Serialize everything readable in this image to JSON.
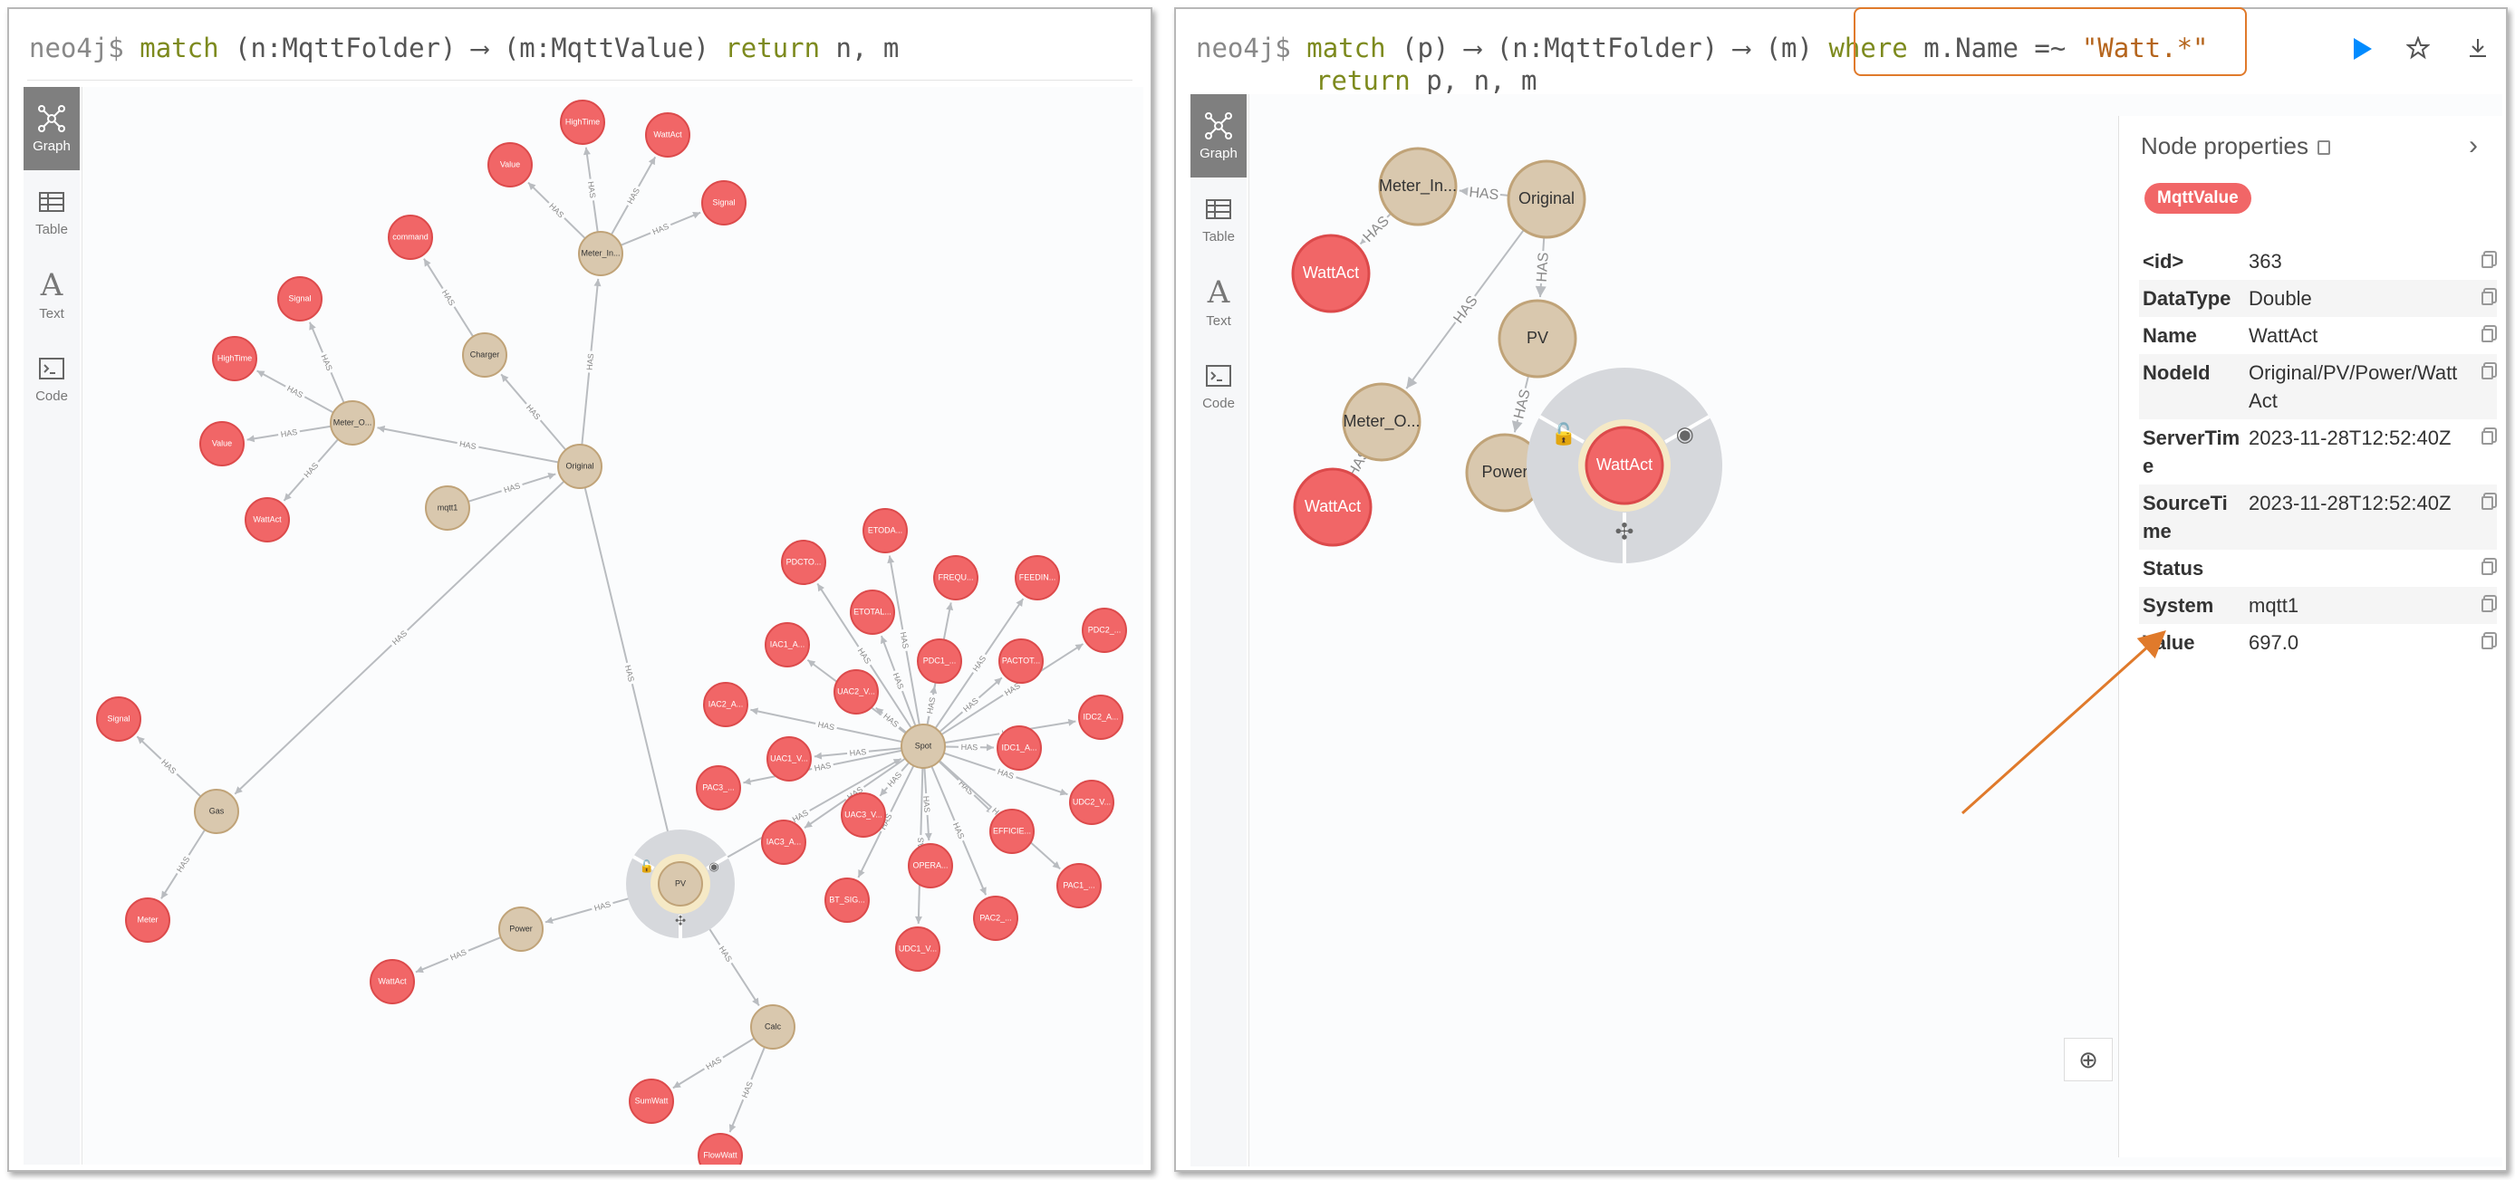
{
  "left": {
    "query": {
      "prompt": "neo4j$",
      "kw1": "match",
      "body": "(n:MqttFolder) ⟶ (m:MqttValue)",
      "kw2": "return",
      "tail": "n, m"
    },
    "views": [
      "Graph",
      "Table",
      "Text",
      "Code"
    ]
  },
  "right": {
    "query": {
      "prompt": "neo4j$",
      "kw1": "match",
      "body": "(p) ⟶ (n:MqttFolder) ⟶ (m)",
      "kw_where": "where",
      "where_body": "m.Name =~",
      "where_str": "\"Watt.*\"",
      "kw2": "return",
      "tail": "p, n, m"
    },
    "views": [
      "Graph",
      "Table",
      "Text",
      "Code"
    ],
    "properties": {
      "title": "Node properties",
      "label_badge": "MqttValue",
      "rows": [
        {
          "key": "<id>",
          "value": "363"
        },
        {
          "key": "DataType",
          "value": "Double"
        },
        {
          "key": "Name",
          "value": "WattAct"
        },
        {
          "key": "NodeId",
          "value": "Original/PV/Power/WattAct"
        },
        {
          "key": "ServerTime",
          "value": "2023-11-28T12:52:40Z"
        },
        {
          "key": "SourceTime",
          "value": "2023-11-28T12:52:40Z"
        },
        {
          "key": "Status",
          "value": ""
        },
        {
          "key": "System",
          "value": "mqtt1"
        },
        {
          "key": "Value",
          "value": "697.0"
        }
      ]
    }
  },
  "colors": {
    "folder": "#d9c8ae",
    "folder_stroke": "#c0a378",
    "value": "#f16667",
    "value_stroke": "#dc4a4b",
    "accent": "#e07a2b",
    "run": "#018bff"
  },
  "left_graph": {
    "edge_label": "HAS",
    "folders": [
      "Meter_In...",
      "Charger",
      "Meter_O...",
      "Original",
      "mqtt1",
      "Gas",
      "Spot",
      "PV",
      "Power",
      "Calc"
    ],
    "values": [
      "HighTime",
      "WattAct",
      "Value",
      "Signal",
      "command",
      "Signal",
      "HighTime",
      "Value",
      "WattAct",
      "Signal",
      "Meter",
      "WattAct",
      "SumWatt",
      "FlowWatt",
      "ETODA...",
      "PDCTO...",
      "FREQU...",
      "FEEDIN...",
      "ETOTAL...",
      "PDC2_...",
      "IAC1_A...",
      "PDC1_...",
      "PACTOT...",
      "UAC2_V...",
      "IAC2_A...",
      "IDC1_A...",
      "IDC2_A...",
      "UAC1_V...",
      "PAC3_...",
      "UDC2_V...",
      "UAC3_V...",
      "EFFICIE...",
      "IAC3_A...",
      "OPERA...",
      "PAC1_...",
      "BT_SIG...",
      "PAC2_...",
      "UDC1_V..."
    ]
  },
  "right_graph": {
    "edge_label": "HAS",
    "folders": [
      "Meter_In...",
      "Original",
      "PV",
      "Meter_O...",
      "Power"
    ],
    "values": [
      "WattAct",
      "WattAct",
      "WattAct"
    ]
  }
}
